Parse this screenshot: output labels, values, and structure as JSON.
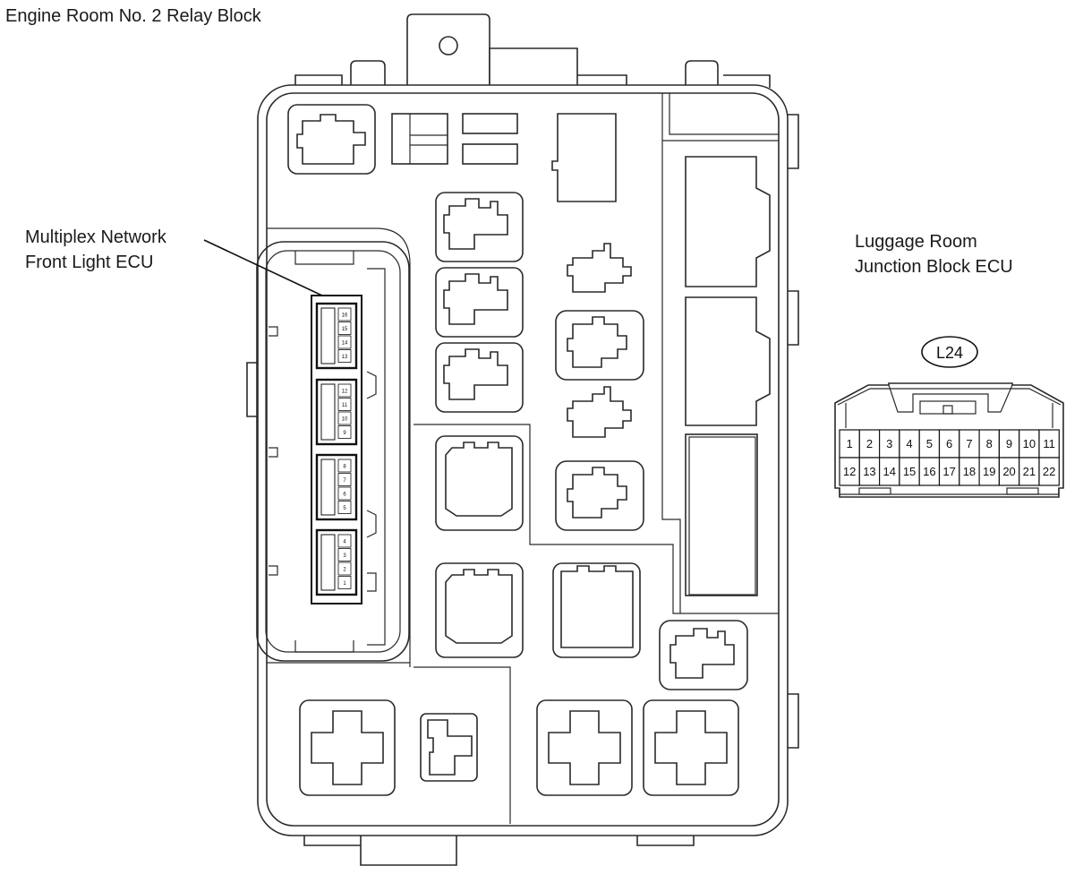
{
  "labels": {
    "relay_block": "Engine Room No. 2 Relay Block",
    "front_light_ecu_line1": "Multiplex Network",
    "front_light_ecu_line2": "Front Light ECU",
    "junction_block_line1": "Luggage Room",
    "junction_block_line2": "Junction Block ECU"
  },
  "connector": {
    "tag": "L24",
    "top_row": [
      "1",
      "2",
      "3",
      "4",
      "5",
      "6",
      "7",
      "8",
      "9",
      "10",
      "11"
    ],
    "bottom_row": [
      "12",
      "13",
      "14",
      "15",
      "16",
      "17",
      "18",
      "19",
      "20",
      "21",
      "22"
    ]
  },
  "ecu_pin_groups": [
    [
      "16",
      "15",
      "14",
      "13"
    ],
    [
      "12",
      "11",
      "10",
      "9"
    ],
    [
      "8",
      "7",
      "6",
      "5"
    ],
    [
      "4",
      "3",
      "2",
      "1"
    ]
  ]
}
